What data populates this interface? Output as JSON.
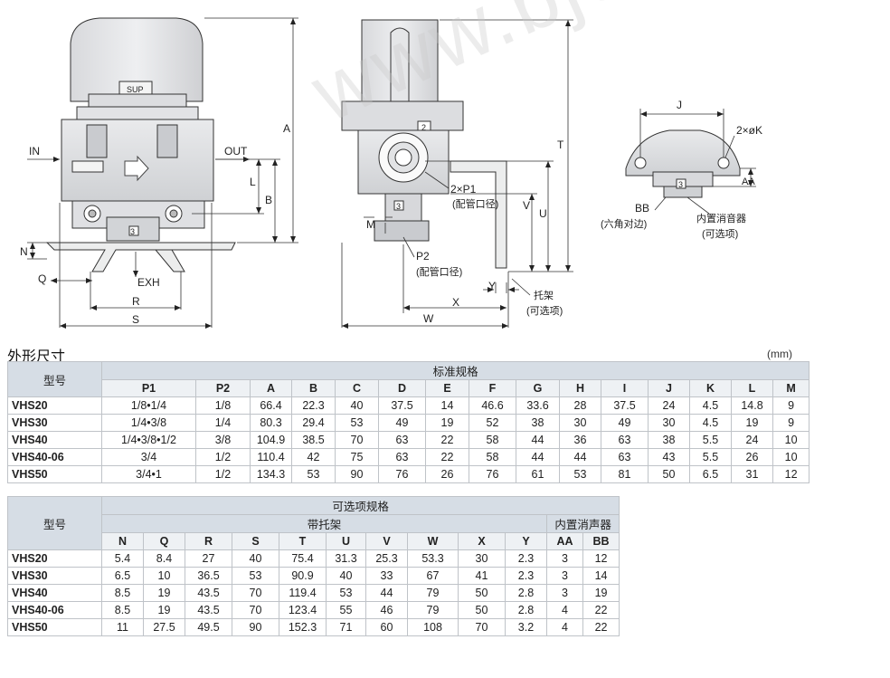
{
  "watermark": "www.bjotk.com",
  "section_title": "外形尺寸",
  "unit": "(mm)",
  "drawing": {
    "front": {
      "in": "IN",
      "out": "OUT",
      "sup": "SUP",
      "exh": "EXH",
      "dims": {
        "A": "A",
        "B": "B",
        "L": "L",
        "N": "N",
        "Q": "Q",
        "R": "R",
        "S": "S"
      },
      "port3": "3"
    },
    "side": {
      "port2": "2",
      "port3": "3",
      "p1_label": "2×P1",
      "p1_note": "(配管口径)",
      "p2_label": "P2",
      "p2_note": "(配管口径)",
      "bracket": "托架",
      "bracket_note": "(可选项)",
      "dims": {
        "M": "M",
        "T": "T",
        "U": "U",
        "V": "V",
        "W": "W",
        "X": "X",
        "Y": "Y"
      }
    },
    "top": {
      "j": "J",
      "k": "2×øK",
      "aa": "AA",
      "bb": "BB",
      "hex_note": "(六角对边)",
      "silencer": "内置消音器",
      "silencer_note": "(可选项)",
      "port3": "3"
    }
  },
  "table1": {
    "model_header": "型号",
    "group_header": "标准规格",
    "columns": [
      "P1",
      "P2",
      "A",
      "B",
      "C",
      "D",
      "E",
      "F",
      "G",
      "H",
      "I",
      "J",
      "K",
      "L",
      "M"
    ],
    "rows": [
      {
        "model": "VHS20",
        "values": [
          "1/8•1/4",
          "1/8",
          "66.4",
          "22.3",
          "40",
          "37.5",
          "14",
          "46.6",
          "33.6",
          "28",
          "37.5",
          "24",
          "4.5",
          "14.8",
          "9"
        ]
      },
      {
        "model": "VHS30",
        "values": [
          "1/4•3/8",
          "1/4",
          "80.3",
          "29.4",
          "53",
          "49",
          "19",
          "52",
          "38",
          "30",
          "49",
          "30",
          "4.5",
          "19",
          "9"
        ]
      },
      {
        "model": "VHS40",
        "values": [
          "1/4•3/8•1/2",
          "3/8",
          "104.9",
          "38.5",
          "70",
          "63",
          "22",
          "58",
          "44",
          "36",
          "63",
          "38",
          "5.5",
          "24",
          "10"
        ]
      },
      {
        "model": "VHS40-06",
        "values": [
          "3/4",
          "1/2",
          "110.4",
          "42",
          "75",
          "63",
          "22",
          "58",
          "44",
          "44",
          "63",
          "43",
          "5.5",
          "26",
          "10"
        ]
      },
      {
        "model": "VHS50",
        "values": [
          "3/4•1",
          "1/2",
          "134.3",
          "53",
          "90",
          "76",
          "26",
          "76",
          "61",
          "53",
          "81",
          "50",
          "6.5",
          "31",
          "12"
        ]
      }
    ]
  },
  "table2": {
    "model_header": "型号",
    "group_header": "可选项规格",
    "sub_bracket": "带托架",
    "sub_silencer": "内置消声器",
    "columns": [
      "N",
      "Q",
      "R",
      "S",
      "T",
      "U",
      "V",
      "W",
      "X",
      "Y",
      "AA",
      "BB"
    ],
    "rows": [
      {
        "model": "VHS20",
        "values": [
          "5.4",
          "8.4",
          "27",
          "40",
          "75.4",
          "31.3",
          "25.3",
          "53.3",
          "30",
          "2.3",
          "3",
          "12"
        ]
      },
      {
        "model": "VHS30",
        "values": [
          "6.5",
          "10",
          "36.5",
          "53",
          "90.9",
          "40",
          "33",
          "67",
          "41",
          "2.3",
          "3",
          "14"
        ]
      },
      {
        "model": "VHS40",
        "values": [
          "8.5",
          "19",
          "43.5",
          "70",
          "119.4",
          "53",
          "44",
          "79",
          "50",
          "2.8",
          "3",
          "19"
        ]
      },
      {
        "model": "VHS40-06",
        "values": [
          "8.5",
          "19",
          "43.5",
          "70",
          "123.4",
          "55",
          "46",
          "79",
          "50",
          "2.8",
          "4",
          "22"
        ]
      },
      {
        "model": "VHS50",
        "values": [
          "11",
          "27.5",
          "49.5",
          "90",
          "152.3",
          "71",
          "60",
          "108",
          "70",
          "3.2",
          "4",
          "22"
        ]
      }
    ]
  }
}
